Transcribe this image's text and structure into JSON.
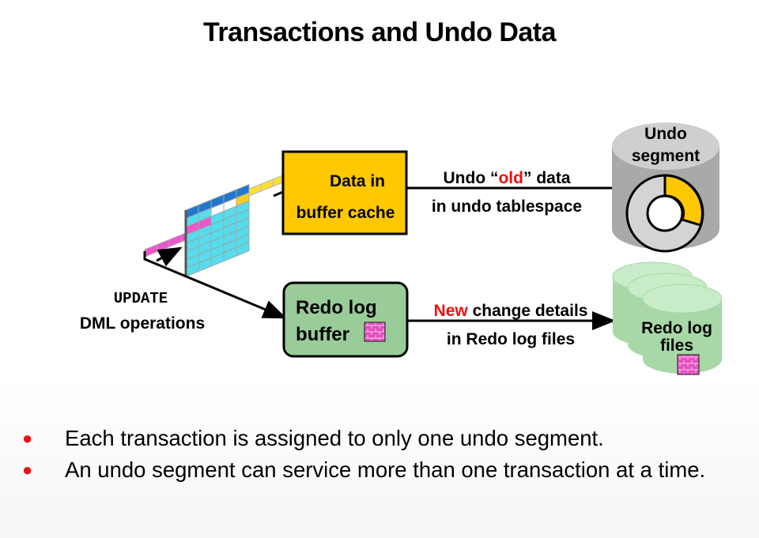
{
  "title": "Transactions and Undo Data",
  "diagram": {
    "dml_keyword": "UPDATE",
    "dml_label": "DML operations",
    "buffer_cache": {
      "line1": "Data in",
      "line2": "buffer cache",
      "color": "#ffc800"
    },
    "redo_buffer": {
      "line1": "Redo log",
      "line2": "buffer",
      "color": "#99cc99"
    },
    "undo_arrow": {
      "line1_prefix": "Undo “",
      "line1_highlight": "old",
      "line1_suffix": "” data",
      "line2": "in undo tablespace"
    },
    "redo_arrow": {
      "line1_highlight": "New",
      "line1_suffix": " change details",
      "line2": "in Redo log files"
    },
    "undo_segment": {
      "line1": "Undo",
      "line2": "segment",
      "color": "#aaaaaa"
    },
    "redo_files": {
      "line1": "Redo log",
      "line2": "files",
      "color": "#a8d8a8"
    },
    "highlight_color": "#ee1111"
  },
  "bullets": [
    "Each transaction is assigned to only one undo segment.",
    "An undo segment can service more than one transaction at a time."
  ]
}
